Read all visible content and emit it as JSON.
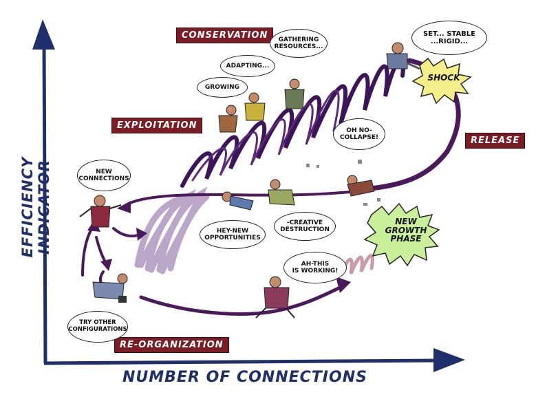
{
  "axes": {
    "y_label": "EFFICIENCY INDICATOR",
    "x_label": "NUMBER OF CONNECTIONS"
  },
  "phases": {
    "conservation": "CONSERVATION",
    "exploitation": "EXPLOITATION",
    "release": "RELEASE",
    "reorganization": "RE-ORGANIZATION"
  },
  "bubbles": {
    "new_connections": "NEW\nCONNECTIONS",
    "growing": "GROWING",
    "adapting": "ADAPTING...",
    "gathering": "GATHERING\nRESOURCES...",
    "set_stable": "SET... STABLE\n...RIGID...",
    "shock": "SHOCK",
    "oh_no": "OH NO-\nCOLLAPSE!",
    "hey_new": "HEY-NEW\nOPPORTUNITIES",
    "creative": "-CREATIVE\nDESTRUCTION",
    "new_growth": "NEW\nGROWTH\nPHASE",
    "this_working": "AH-THIS\nIS WORKING!",
    "try_other": "TRY OTHER\nCONFIGURATIONS"
  },
  "colors": {
    "axis": "#1f2f6b",
    "phase_bg": "#7a1d24",
    "loop_purple": "#4a1a5c",
    "scribble_dark": "#3c1459",
    "scribble_light": "#b9a6c9",
    "scribble_pink": "#c99aa8",
    "shock_yellow": "#f5ef8a",
    "growth_green": "#c9ef9a"
  }
}
